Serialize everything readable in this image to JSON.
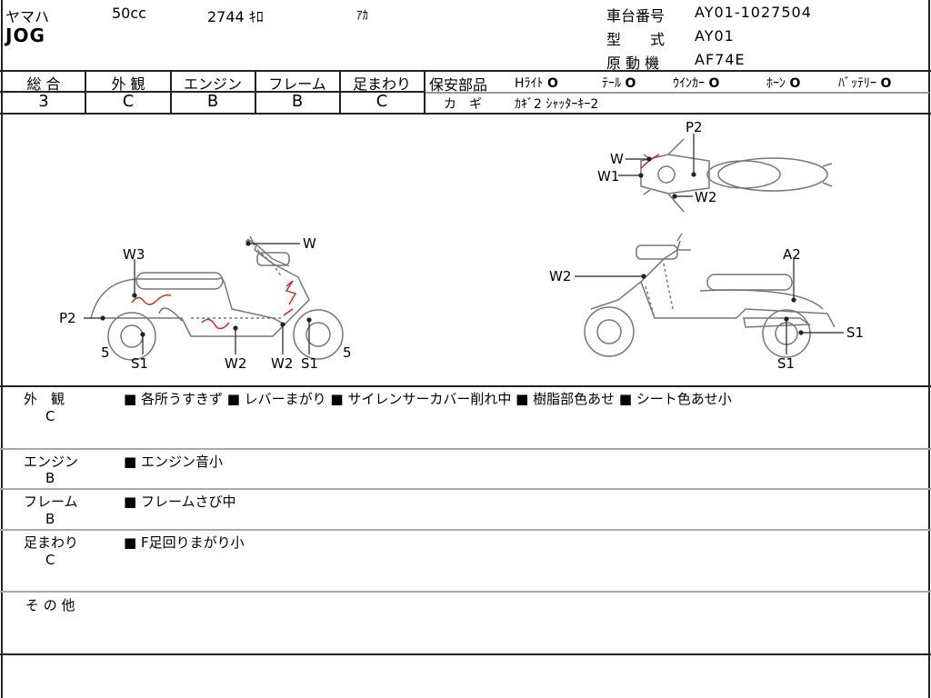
{
  "header": {
    "maker": "ヤマハ",
    "displacement": "50cc",
    "mileage": "2744 ｷﾛ",
    "color": "ｱｶ",
    "model_name": "JOG",
    "frame_no_label": "車台番号",
    "frame_no": "AY01-1027504",
    "type_label": "型　　式",
    "type_value": "AY01",
    "engine_label": "原 動 機",
    "engine_value": "AF74E"
  },
  "grades": {
    "headers": [
      "総 合",
      "外 観",
      "エンジン",
      "フレーム",
      "足まわり"
    ],
    "values": [
      "3",
      "C",
      "B",
      "B",
      "C"
    ]
  },
  "parts": {
    "label": "保安部品",
    "items": [
      {
        "name": "Hﾗｲﾄ",
        "mark": "O"
      },
      {
        "name": "ﾃｰﾙ",
        "mark": "O"
      },
      {
        "name": "ｳｲﾝｶｰ",
        "mark": "O"
      },
      {
        "name": "ﾎｰﾝ",
        "mark": "O"
      },
      {
        "name": "ﾊﾞｯﾃﾘｰ",
        "mark": "O"
      }
    ],
    "key_label": "カ　ギ",
    "key_value": "ｶｷﾞ2 ｼｬｯﾀｰｷｰ2"
  },
  "diagram_labels": {
    "top": [
      "P2",
      "W",
      "W1",
      "W2"
    ],
    "left": [
      "W",
      "W3",
      "P2",
      "5",
      "S1",
      "W2",
      "W2",
      "S1",
      "5"
    ],
    "right": [
      "A2",
      "W2",
      "S1",
      "S1"
    ]
  },
  "notes": [
    {
      "title": "外　観",
      "grade": "C",
      "text": "■ 各所うすきず ■ レバーまがり ■ サイレンサーカバー削れ中 ■ 樹脂部色あせ ■ シート色あせ小"
    },
    {
      "title": "エンジン",
      "grade": "B",
      "text": "■ エンジン音小"
    },
    {
      "title": "フレーム",
      "grade": "B",
      "text": "■ フレームさび中"
    },
    {
      "title": "足まわり",
      "grade": "C",
      "text": "■ F足回りまがり小"
    },
    {
      "title": "そ の 他",
      "grade": "",
      "text": ""
    }
  ],
  "colors": {
    "damage_mark": "#cc1f1f",
    "line": "#222222",
    "sketch": "#777777"
  }
}
